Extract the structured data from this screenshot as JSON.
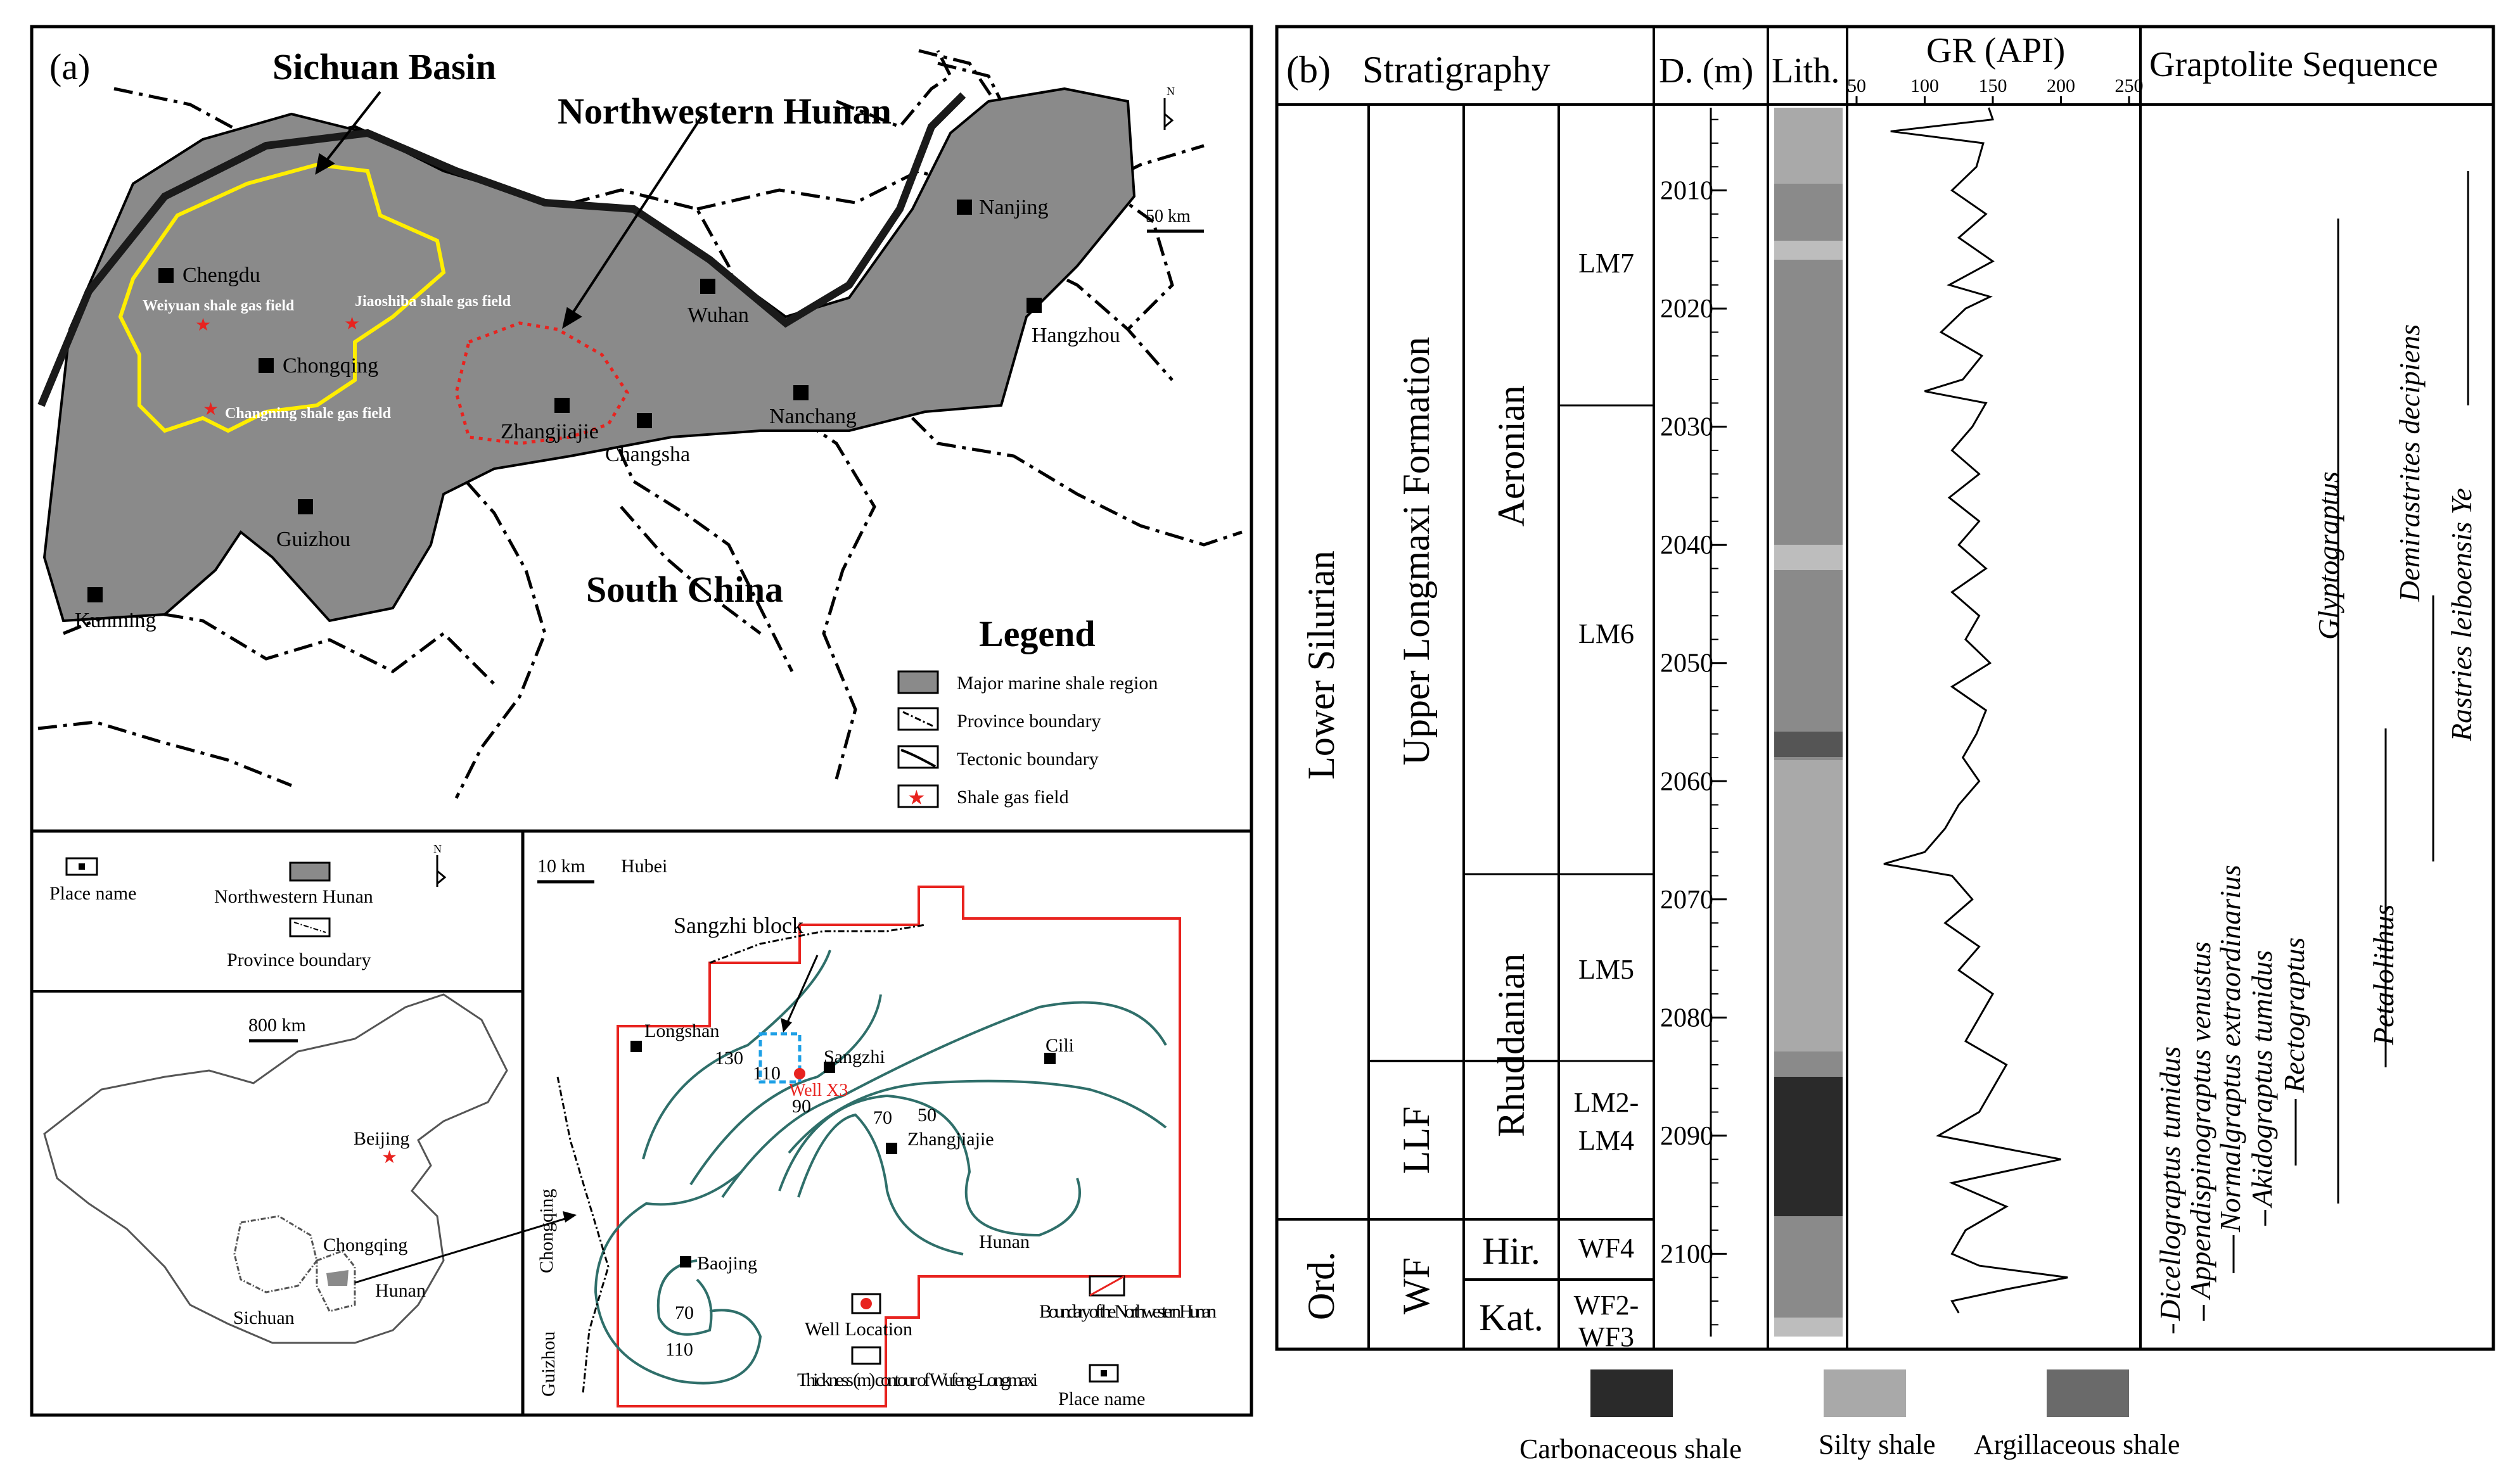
{
  "panel_a": {
    "label": "(a)",
    "title_basin": "Sichuan Basin",
    "title_hunan": "Northwestern Hunan",
    "scale": "50 km",
    "north": "N",
    "region_label": "South China",
    "cities": [
      "Chengdu",
      "Chongqing",
      "Guizhou",
      "Kunming",
      "Wuhan",
      "Nanjing",
      "Hangzhou",
      "Nanchang",
      "Changsha",
      "Zhangjiajie"
    ],
    "gas_fields": [
      "Weiyuan shale gas field",
      "Jiaoshiba shale gas field",
      "Changning shale gas field"
    ],
    "legend": {
      "title": "Legend",
      "items": [
        "Major  marine shale region",
        "Province boundary",
        "Tectonic boundary",
        "Shale gas field"
      ]
    }
  },
  "panel_b_left": {
    "legend_items": [
      "Place name",
      "Northwestern Hunan",
      "Province boundary"
    ],
    "north": "N",
    "scale": "800 km",
    "places": [
      "Beijing",
      "Chongqing",
      "Hunan",
      "Sichuan"
    ]
  },
  "panel_b_right": {
    "scale": "10 km",
    "hubei": "Hubei",
    "block": "Sangzhi block",
    "places": [
      "Longshan",
      "Sangzhi",
      "Cili",
      "Zhangjiajie",
      "Baojing"
    ],
    "well": "Well X3",
    "contours": [
      "130",
      "110",
      "90",
      "70",
      "50",
      "70",
      "110"
    ],
    "provinces": [
      "Hunan",
      "Chongqing",
      "Guizhou"
    ],
    "legend": [
      "Well Location",
      "Boundary of the Northwestern Hunan",
      "Thickness (m) contour of Wufeng-Longmaxi",
      "Place name"
    ]
  },
  "panel_b": {
    "label": "(b)",
    "headers": {
      "stratigraphy": "Stratigraphy",
      "depth": "D. (m)",
      "lith": "Lith.",
      "gr": "GR (API)",
      "grapto": "Graptolite Sequence"
    },
    "gr_ticks": [
      "50",
      "100",
      "150",
      "200",
      "250"
    ],
    "depth_ticks": [
      "2010",
      "2020",
      "2030",
      "2040",
      "2050",
      "2060",
      "2070",
      "2080",
      "2090",
      "2100"
    ],
    "col_system": [
      "Lower Silurian",
      "Ord."
    ],
    "col_formation": [
      "Upper Longmaxi Formation",
      "LLF",
      "WF"
    ],
    "col_stage": [
      "Aeronian",
      "Rhuddanian",
      "Hir.",
      "Kat."
    ],
    "col_zone": [
      "LM7",
      "LM6",
      "LM5",
      "LM2-\nLM4",
      "WF4",
      "WF2-\nWF3"
    ],
    "graptolites": [
      "Dicellograptus tumidus",
      "Appendispinograptus venustus",
      "Normalgraptus extraordinarius",
      "Akidograptus tumidus",
      "Rectograptus",
      "Glyptograptus",
      "Petalolithus",
      "Demirastrites decipiens",
      "Rastries leiboensis Ye"
    ],
    "lith_legend": [
      "Carbonaceous shale",
      "Silty shale",
      "Argillaceous shale"
    ]
  },
  "colors": {
    "shale_region": "#8a8a8a",
    "basin_outline": "#ffee00",
    "red": "#e8231f",
    "contour": "#2f6f6a",
    "blue_box": "#1ea0e6"
  },
  "chart_data": {
    "type": "line",
    "title": "GR (API)",
    "xlabel": "GR (API)",
    "ylabel": "D. (m)",
    "xlim": [
      50,
      250
    ],
    "ylim": [
      2003,
      2107
    ],
    "series": [
      {
        "y": [
          2003,
          2004,
          2005,
          2006,
          2008,
          2010,
          2012,
          2014,
          2016,
          2018,
          2019,
          2020,
          2022,
          2024,
          2026,
          2027,
          2028,
          2030,
          2032,
          2034,
          2036,
          2038,
          2040,
          2042,
          2044,
          2046,
          2048,
          2050,
          2052,
          2054,
          2056,
          2058,
          2060,
          2062,
          2064,
          2066,
          2067,
          2068,
          2070,
          2072,
          2074,
          2076,
          2078,
          2080,
          2082,
          2084,
          2086,
          2088,
          2090,
          2092,
          2094,
          2096,
          2098,
          2100,
          2101,
          2102,
          2103,
          2104,
          2105
        ],
        "x": [
          147,
          150,
          75,
          143,
          138,
          120,
          145,
          125,
          150,
          118,
          148,
          130,
          112,
          142,
          128,
          100,
          145,
          135,
          120,
          140,
          118,
          140,
          125,
          145,
          120,
          140,
          130,
          148,
          120,
          145,
          138,
          128,
          140,
          125,
          115,
          100,
          70,
          120,
          135,
          115,
          140,
          125,
          150,
          140,
          130,
          160,
          150,
          140,
          110,
          200,
          120,
          160,
          130,
          120,
          140,
          205,
          160,
          120,
          125
        ]
      }
    ]
  }
}
